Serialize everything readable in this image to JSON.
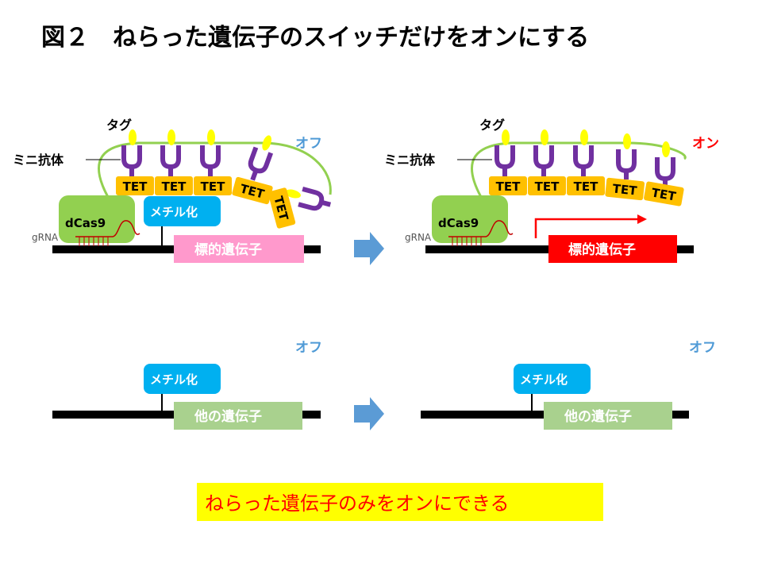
{
  "title": "図２　ねらった遺伝子のスイッチだけをオンにする",
  "labels": {
    "tag": "タグ",
    "mini_antibody": "ミニ抗体",
    "tet": "TET",
    "dcas9": "dCas9",
    "grna": "gRNA",
    "methylation": "メチル化",
    "target_gene": "標的遺伝子",
    "other_gene": "他の遺伝子",
    "off": "オフ",
    "on": "オン"
  },
  "conclusion": "ねらった遺伝子のみをオンにできる",
  "colors": {
    "background": "#ffffff",
    "dcas9_box": "#92d050",
    "methylation_box": "#00b0f0",
    "target_gene_off": "#ff99cc",
    "target_gene_on": "#ff0000",
    "other_gene": "#a9d18e",
    "tet_box": "#ffc000",
    "antibody": "#7030a0",
    "tag": "#ffff00",
    "scaffold_line": "#92d050",
    "off_text": "#4f9ad6",
    "on_text": "#ff0000",
    "arrow": "#5b9bd5",
    "conclusion_bg": "#ffff00",
    "conclusion_text": "#ff0000"
  }
}
